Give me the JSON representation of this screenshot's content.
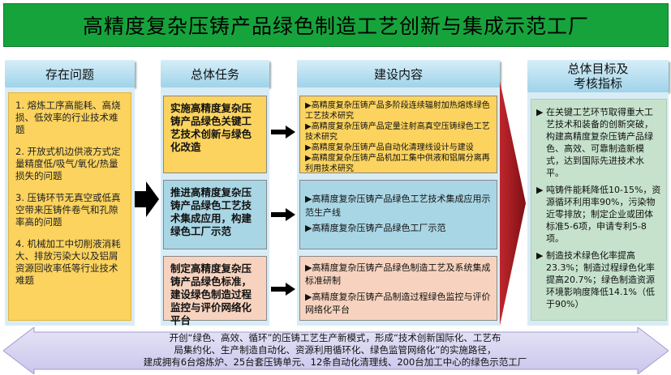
{
  "title": "高精度复杂压铸产品绿色制造工艺创新与集成示范工厂",
  "headers": {
    "problems": "存在问题",
    "tasks": "总体任务",
    "content": "建设内容",
    "goals_line1": "总体目标及",
    "goals_line2": "考核指标"
  },
  "problems": [
    "1. 熔炼工序高能耗、高烧损、低效率的行业技术难题",
    "2. 开放式机边供液方式定量精度低/吸气/氧化/热量损失的问题",
    "3. 压铸环节无真空或低真空带来压铸件卷气和孔隙率高的问题",
    "4. 机械加工中切削液消耗大、排放污染大以及铝屑资源回收率低等行业技术难题"
  ],
  "tasks": [
    "实施高精度复杂压铸产品绿色关键工艺技术创新与绿色化改造",
    "推进高精度复杂压铸产品绿色工艺技术集成应用，构建绿色工厂示范",
    "制定高精度复杂压铸产品绿色标准，建设绿色制造过程监控与评价网络化平台"
  ],
  "content": [
    [
      "高精度复杂压铸产品多阶段连续辐射加热熔炼绿色工艺技术研究",
      "高精度复杂压铸产品定量注射高真空压铸绿色工艺技术研究",
      "高精度复杂压铸产品自动化清理线设计与建设",
      "高精度复杂压铸产品机加工集中供液和铝屑分离再利用技术研究"
    ],
    [
      "高精度复杂压铸产品绿色工艺技术集成应用示范生产线",
      "高精度复杂压铸产品绿色工厂示范"
    ],
    [
      "高精度复杂压铸产品绿色制造工艺及系统集成标准研制",
      "高精度复杂压铸产品制造过程绿色监控与评价网络化平台"
    ]
  ],
  "goals": [
    "在关键工艺环节取得重大工艺技术和装备的创新突破，构建高精度复杂压铸产品绿色、高效、可靠制造新模式，达到国际先进技术水平。",
    "吨铸件能耗降低10-15%，资源循环利用率90%，污染物近零排放；制定企业或团体标准5-6项，申请专利5-8项。",
    "制造技术绿色化率提高23.3%；制造过程绿色化率提高20.7%；绿色制造资源环境影响度降低14.1%（低于90%）"
  ],
  "bottom": [
    "开创“绿色、高效、循环”的压铸工艺生产新模式，形成“技术创新国际化、工艺布",
    "局集约化、生产制造自动化、资源利用循环化、绿色监管网络化”的实施路径，",
    "建成拥有6台熔炼炉、25台套压铸单元、12条自动化清理线、200台加工中心的绿色示范工厂"
  ],
  "colors": {
    "title_bg": "#17a33c",
    "problems_bg": "#fbd35e",
    "task_yellow": "#fbd35e",
    "task_blue": "#a9d6e5",
    "task_peach": "#f7d3bf",
    "goals_bg": "#c6e2cc",
    "big_arrow": "#a31a1f"
  }
}
